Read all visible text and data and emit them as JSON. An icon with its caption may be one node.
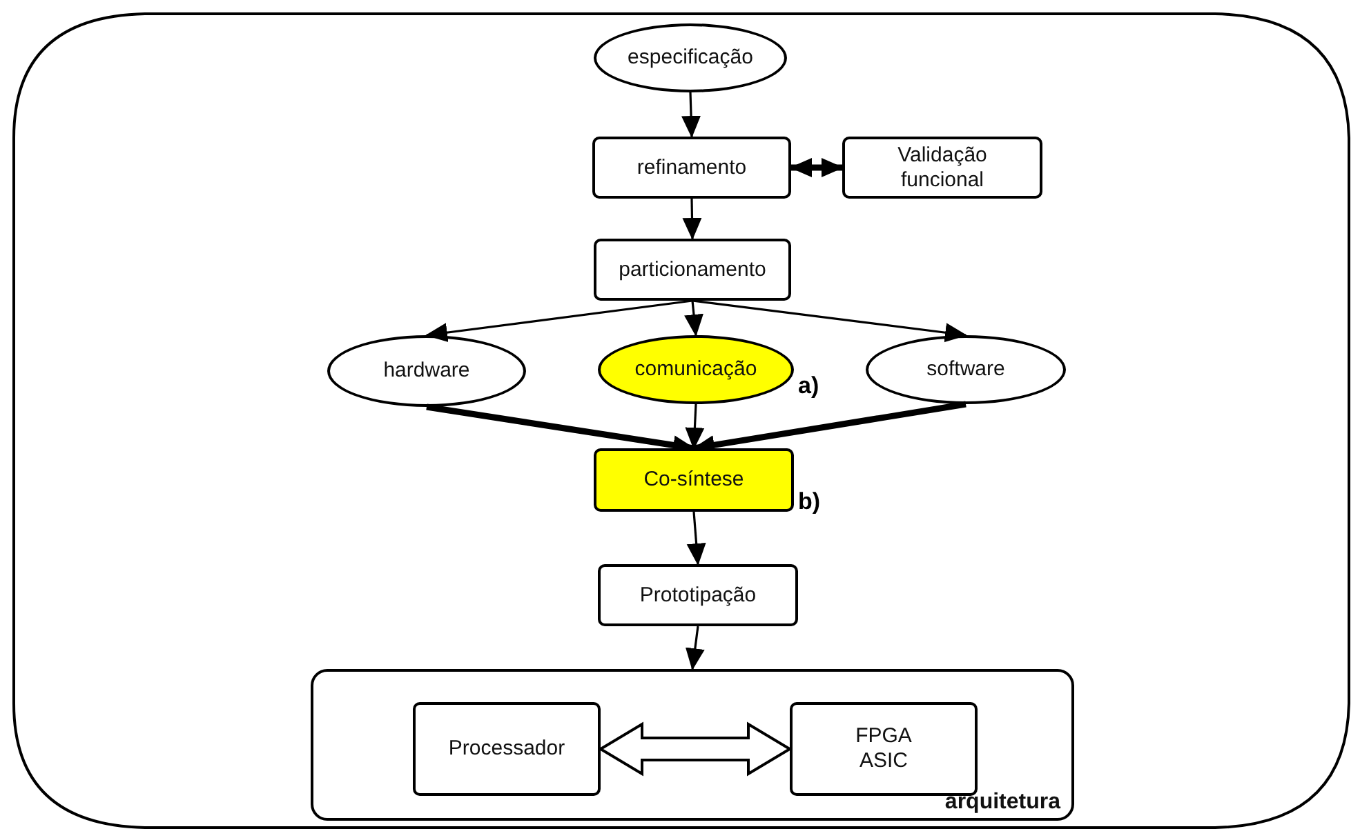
{
  "diagram": {
    "nodes": [
      {
        "text": [
          "especificação"
        ]
      },
      {
        "text": [
          "refinamento"
        ]
      },
      {
        "text": [
          "Validação funcional"
        ]
      },
      {
        "text": [
          "particionamento"
        ]
      },
      {
        "text": [
          "hardware"
        ]
      },
      {
        "text": [
          "comunicação"
        ]
      },
      {
        "text": [
          "software"
        ]
      },
      {
        "text": [
          "Co-síntese"
        ]
      },
      {
        "text": [
          "Prototipação"
        ]
      },
      {
        "text": [
          "arquitetura"
        ]
      },
      {
        "text": [
          "Processador"
        ],
        "in": 9
      },
      {
        "text": [
          "FPGA ASIC"
        ],
        "in": 9
      }
    ],
    "edges": [
      {
        "from": 0,
        "to": 1,
        "arrow": "to"
      },
      {
        "from": 1,
        "to": 2,
        "arrow": "both",
        "style": "thick"
      },
      {
        "from": 1,
        "to": 3,
        "arrow": "to"
      },
      {
        "from": 3,
        "to": 4,
        "arrow": "to"
      },
      {
        "from": 3,
        "to": 5,
        "arrow": "to"
      },
      {
        "from": 3,
        "to": 6,
        "arrow": "to"
      },
      {
        "from": 4,
        "to": 7,
        "arrow": "to",
        "style": "thick"
      },
      {
        "from": 5,
        "to": 7,
        "arrow": "to"
      },
      {
        "from": 6,
        "to": 7,
        "arrow": "to",
        "style": "thick"
      },
      {
        "from": 7,
        "to": 8,
        "arrow": "to"
      },
      {
        "from": 8,
        "to": 9,
        "arrow": "to"
      },
      {
        "from": 10,
        "to": 11,
        "arrow": "both"
      }
    ],
    "labels": [
      "a)",
      "b)"
    ]
  }
}
